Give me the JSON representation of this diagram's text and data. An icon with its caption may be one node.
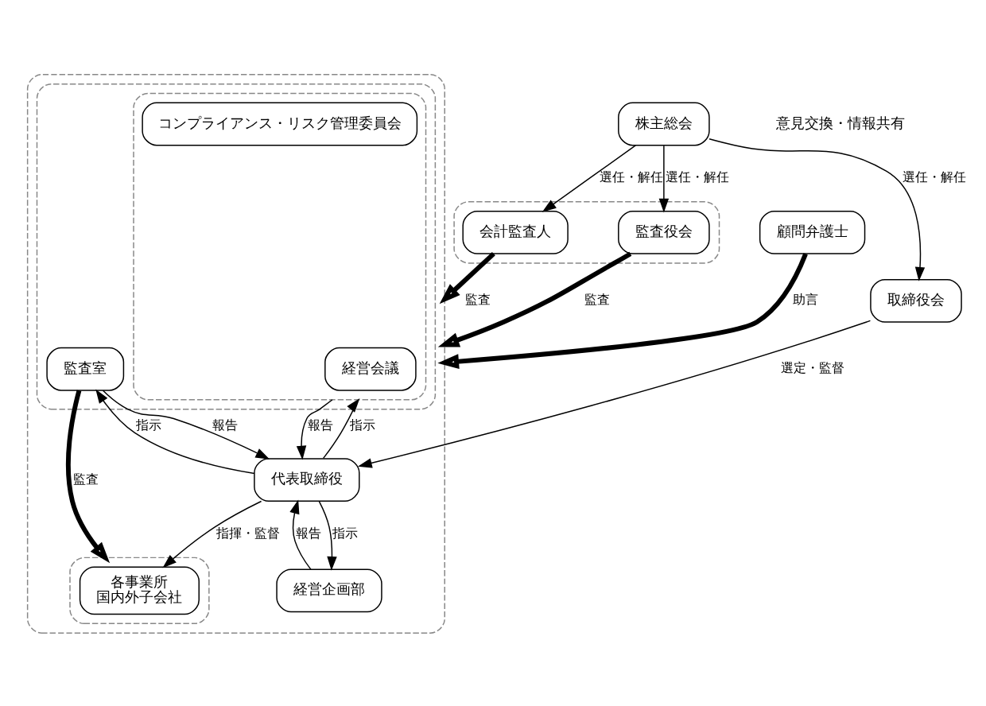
{
  "diagram": {
    "nodes": [
      {
        "text": [
          "株主総会"
        ]
      },
      {
        "text": [],
        "shape": "box"
      },
      {
        "text": [
          "顧問弁護士"
        ]
      },
      {
        "text": [
          "監査役会"
        ],
        "in": 1
      },
      {
        "text": [
          "会計監査人"
        ],
        "in": 1
      },
      {
        "text": [
          "取締役会"
        ]
      },
      {
        "text": [],
        "shape": "box"
      },
      {
        "text": [],
        "shape": "box",
        "in": 6
      },
      {
        "text": [],
        "shape": "box",
        "in": 7
      },
      {
        "text": [
          "経営会議"
        ],
        "in": 8
      },
      {
        "text": [
          "コンプライアンス・リスク管理委員会"
        ],
        "in": 8
      },
      {
        "text": [
          "代表取締役"
        ],
        "in": 6
      },
      {
        "text": [
          "監査室"
        ],
        "in": 7
      },
      {
        "text": [
          "経営企画部"
        ],
        "in": 6
      },
      {
        "text": [],
        "shape": "box",
        "in": 6
      },
      {
        "text": [
          "各事業所",
          "国内外子会社"
        ],
        "in": 14
      }
    ],
    "edges": [
      {
        "from": 0,
        "to": 3,
        "arrow": "to",
        "label": "選任・解任"
      },
      {
        "from": 0,
        "to": 4,
        "arrow": "to",
        "label": "選任・解任"
      },
      {
        "from": 0,
        "to": 5,
        "arrow": "to",
        "label": "選任・解任"
      },
      {
        "from": 2,
        "to": 6,
        "arrow": "to",
        "label": "助言",
        "style": "thick"
      },
      {
        "from": 3,
        "to": 6,
        "arrow": "to",
        "label": "監査",
        "style": "thick"
      },
      {
        "from": 4,
        "to": 6,
        "arrow": "to",
        "label": "監査",
        "style": "thick"
      },
      {
        "from": 5,
        "to": 11,
        "arrow": "to",
        "label": "選定・監督"
      },
      {
        "from": 8,
        "to": 11,
        "arrow": "to",
        "label": "報告"
      },
      {
        "from": 11,
        "to": 8,
        "arrow": "to",
        "label": "指示"
      },
      {
        "from": 13,
        "to": 11,
        "arrow": "to",
        "label": "報告"
      },
      {
        "from": 11,
        "to": 13,
        "arrow": "to",
        "label": "指示"
      },
      {
        "from": 12,
        "to": 11,
        "arrow": "to",
        "label": "報告"
      },
      {
        "from": 11,
        "to": 12,
        "arrow": "to",
        "label": "指示"
      },
      {
        "from": 11,
        "to": 15,
        "arrow": "to",
        "label": "指揮・監督"
      },
      {
        "from": 12,
        "to": 14,
        "arrow": "to",
        "label": "監査",
        "style": "thick"
      }
    ],
    "labels": [
      "意見交換・情報共有"
    ]
  }
}
